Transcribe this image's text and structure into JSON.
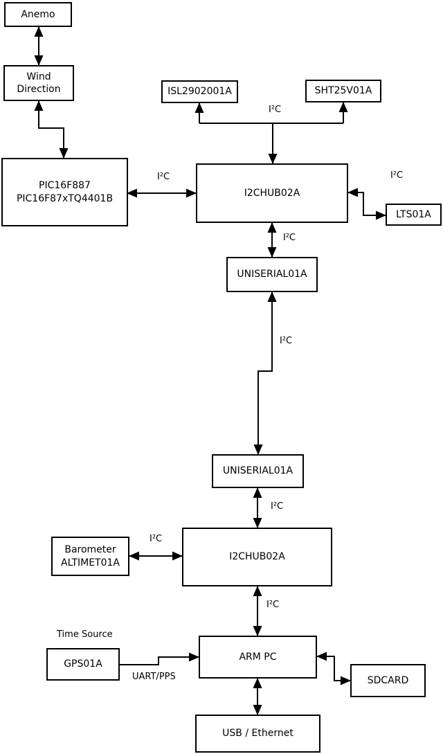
{
  "nodes": {
    "anemo": {
      "label": "Anemo"
    },
    "wind_direction": {
      "label": "Wind\nDirection"
    },
    "pic": {
      "label": "PIC16F887\nPIC16F87xTQ4401B"
    },
    "isl": {
      "label": "ISL2902001A"
    },
    "sht": {
      "label": "SHT25V01A"
    },
    "i2c_hub_top": {
      "label": "I2CHUB02A"
    },
    "lts": {
      "label": "LTS01A"
    },
    "uniserial_top": {
      "label": "UNISERIAL01A"
    },
    "uniserial_bottom": {
      "label": "UNISERIAL01A"
    },
    "i2c_hub_bottom": {
      "label": "I2CHUB02A"
    },
    "barometer": {
      "label": "Barometer\nALTIMET01A"
    },
    "arm_pc": {
      "label": "ARM PC"
    },
    "gps": {
      "label": "GPS01A"
    },
    "sdcard": {
      "label": "SDCARD"
    },
    "usb_ethernet": {
      "label": "USB / Ethernet"
    }
  },
  "labels": {
    "i2c": "I²C",
    "uart_pps": "UART/PPS",
    "time_source": "Time Source"
  },
  "colors": {
    "line": "#000000",
    "box_fill": "#ffffff",
    "background": "#ffffff"
  }
}
